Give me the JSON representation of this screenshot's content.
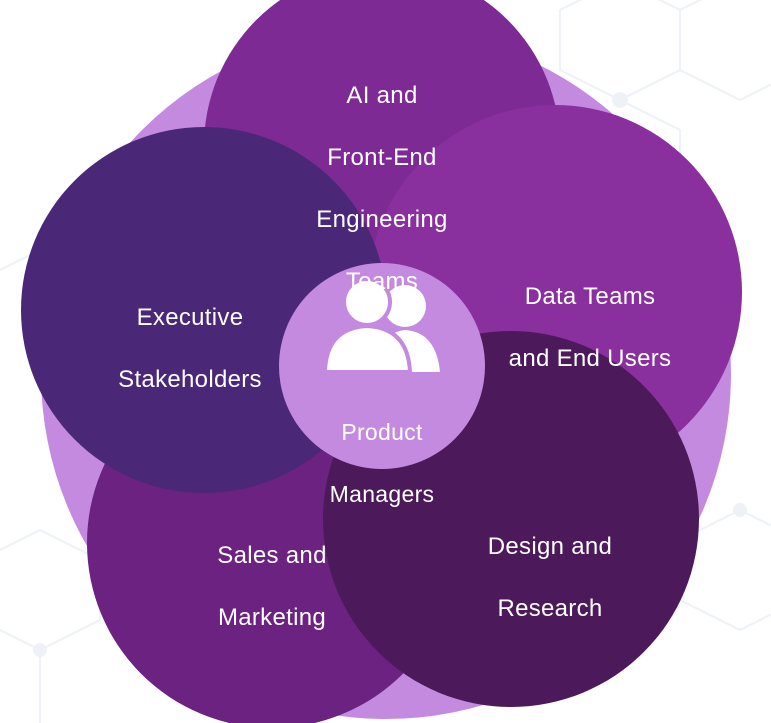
{
  "diagram": {
    "center": {
      "label_lines": [
        "Product",
        "Managers"
      ],
      "icon": "users-icon"
    },
    "stakeholders": [
      {
        "id": "ai-frontend",
        "label_lines": [
          "AI and",
          "Front-End",
          "Engineering",
          "Teams"
        ],
        "color": "#7d2a94"
      },
      {
        "id": "data-teams",
        "label_lines": [
          "Data Teams",
          "and End Users"
        ],
        "color": "#8a2f9e"
      },
      {
        "id": "design-research",
        "label_lines": [
          "Design and",
          "Research"
        ],
        "color": "#4c1a5a"
      },
      {
        "id": "sales-marketing",
        "label_lines": [
          "Sales and",
          "Marketing"
        ],
        "color": "#6b2280"
      },
      {
        "id": "executive",
        "label_lines": [
          "Executive",
          "Stakeholders"
        ],
        "color": "#4b2777"
      }
    ],
    "colors": {
      "outer_ring": "#c48ae0",
      "center_circle": "#c48ae0",
      "center_text": "#ffffff"
    }
  }
}
